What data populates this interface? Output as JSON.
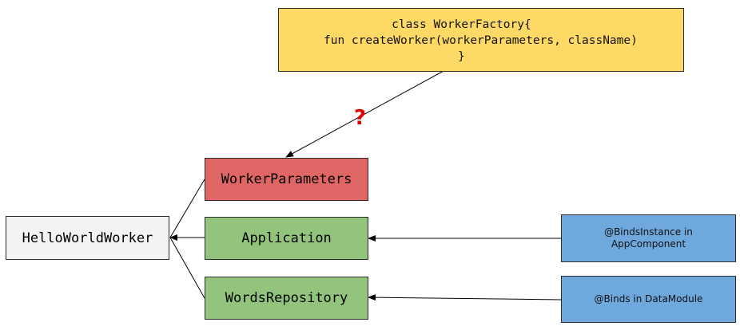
{
  "factory": {
    "line1": "class WorkerFactory{",
    "line2": "fun createWorker(workerParameters, className)",
    "line3": "}"
  },
  "nodes": {
    "worker_parameters": "WorkerParameters",
    "application": "Application",
    "words_repository": "WordsRepository",
    "hello_world_worker": "HelloWorldWorker",
    "binds_instance_line1": "@BindsInstance in",
    "binds_instance_line2": "AppComponent",
    "binds_data_module": "@Binds in DataModule"
  },
  "annotation": {
    "question": "?"
  },
  "colors": {
    "factory": "#ffd966",
    "worker_parameters": "#e06666",
    "green": "#93c47d",
    "hello_world_worker": "#f3f3f3",
    "blue": "#6fa8dc",
    "question": "#e00000"
  }
}
